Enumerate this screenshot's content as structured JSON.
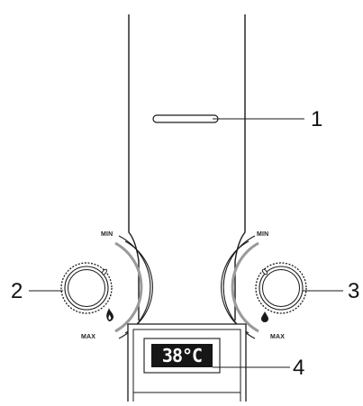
{
  "callouts": {
    "c1": "1",
    "c2": "2",
    "c3": "3",
    "c4": "4"
  },
  "left_knob": {
    "min_label": "MIN",
    "max_label": "MAX",
    "icon": "flame-icon"
  },
  "right_knob": {
    "min_label": "MIN",
    "max_label": "MAX",
    "icon": "water-drop-icon"
  },
  "display": {
    "temperature": "38°C"
  },
  "colors": {
    "line": "#1a1a1a",
    "display_bg": "#161616",
    "display_text": "#ffffff"
  }
}
